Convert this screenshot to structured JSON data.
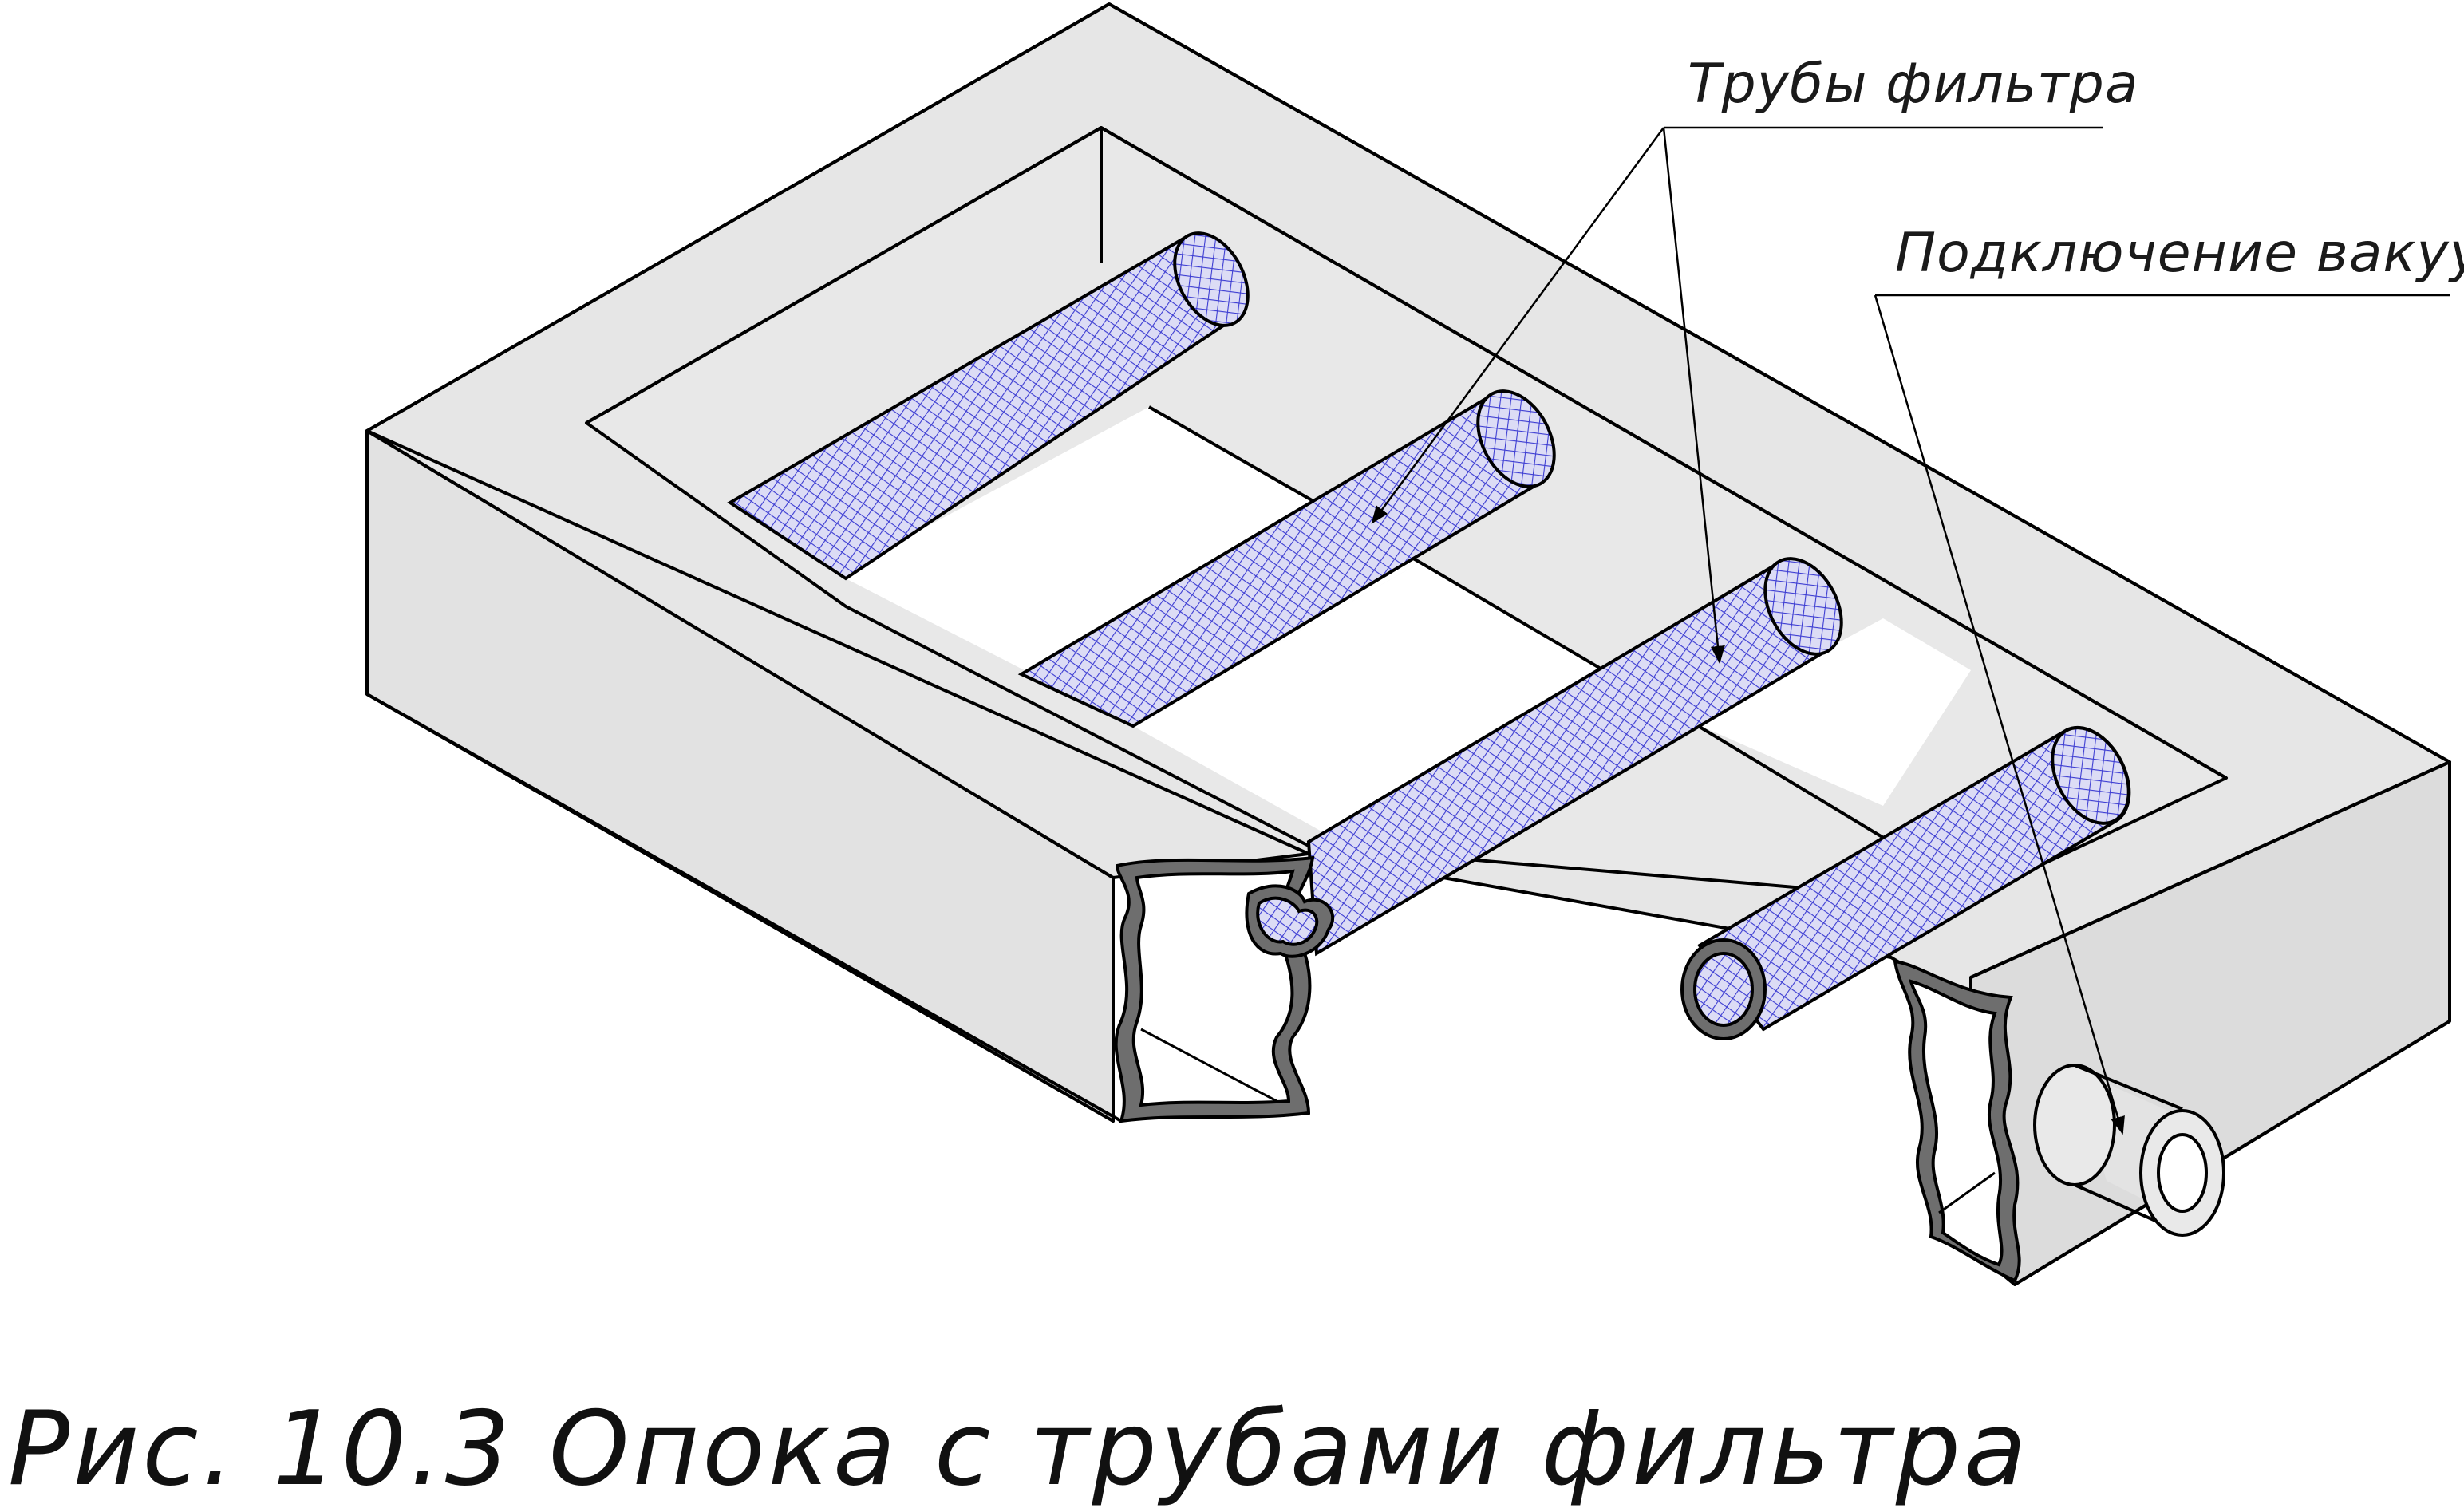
{
  "figure": {
    "caption": "Рис. 10.3 Опока с трубами фильтра"
  },
  "labels": {
    "filter_tubes": "Трубы фильтра",
    "vacuum_connection": "Подключение вакуума"
  },
  "colors": {
    "frame_face": "#e3e3e3",
    "frame_top": "#e6e6e6",
    "frame_shadow": "#d6d6d6",
    "cut_wall": "#6e6e6e",
    "tube_mesh": "#3c3cd2",
    "tube_fill": "#d9d9f3",
    "outline": "#000000"
  }
}
